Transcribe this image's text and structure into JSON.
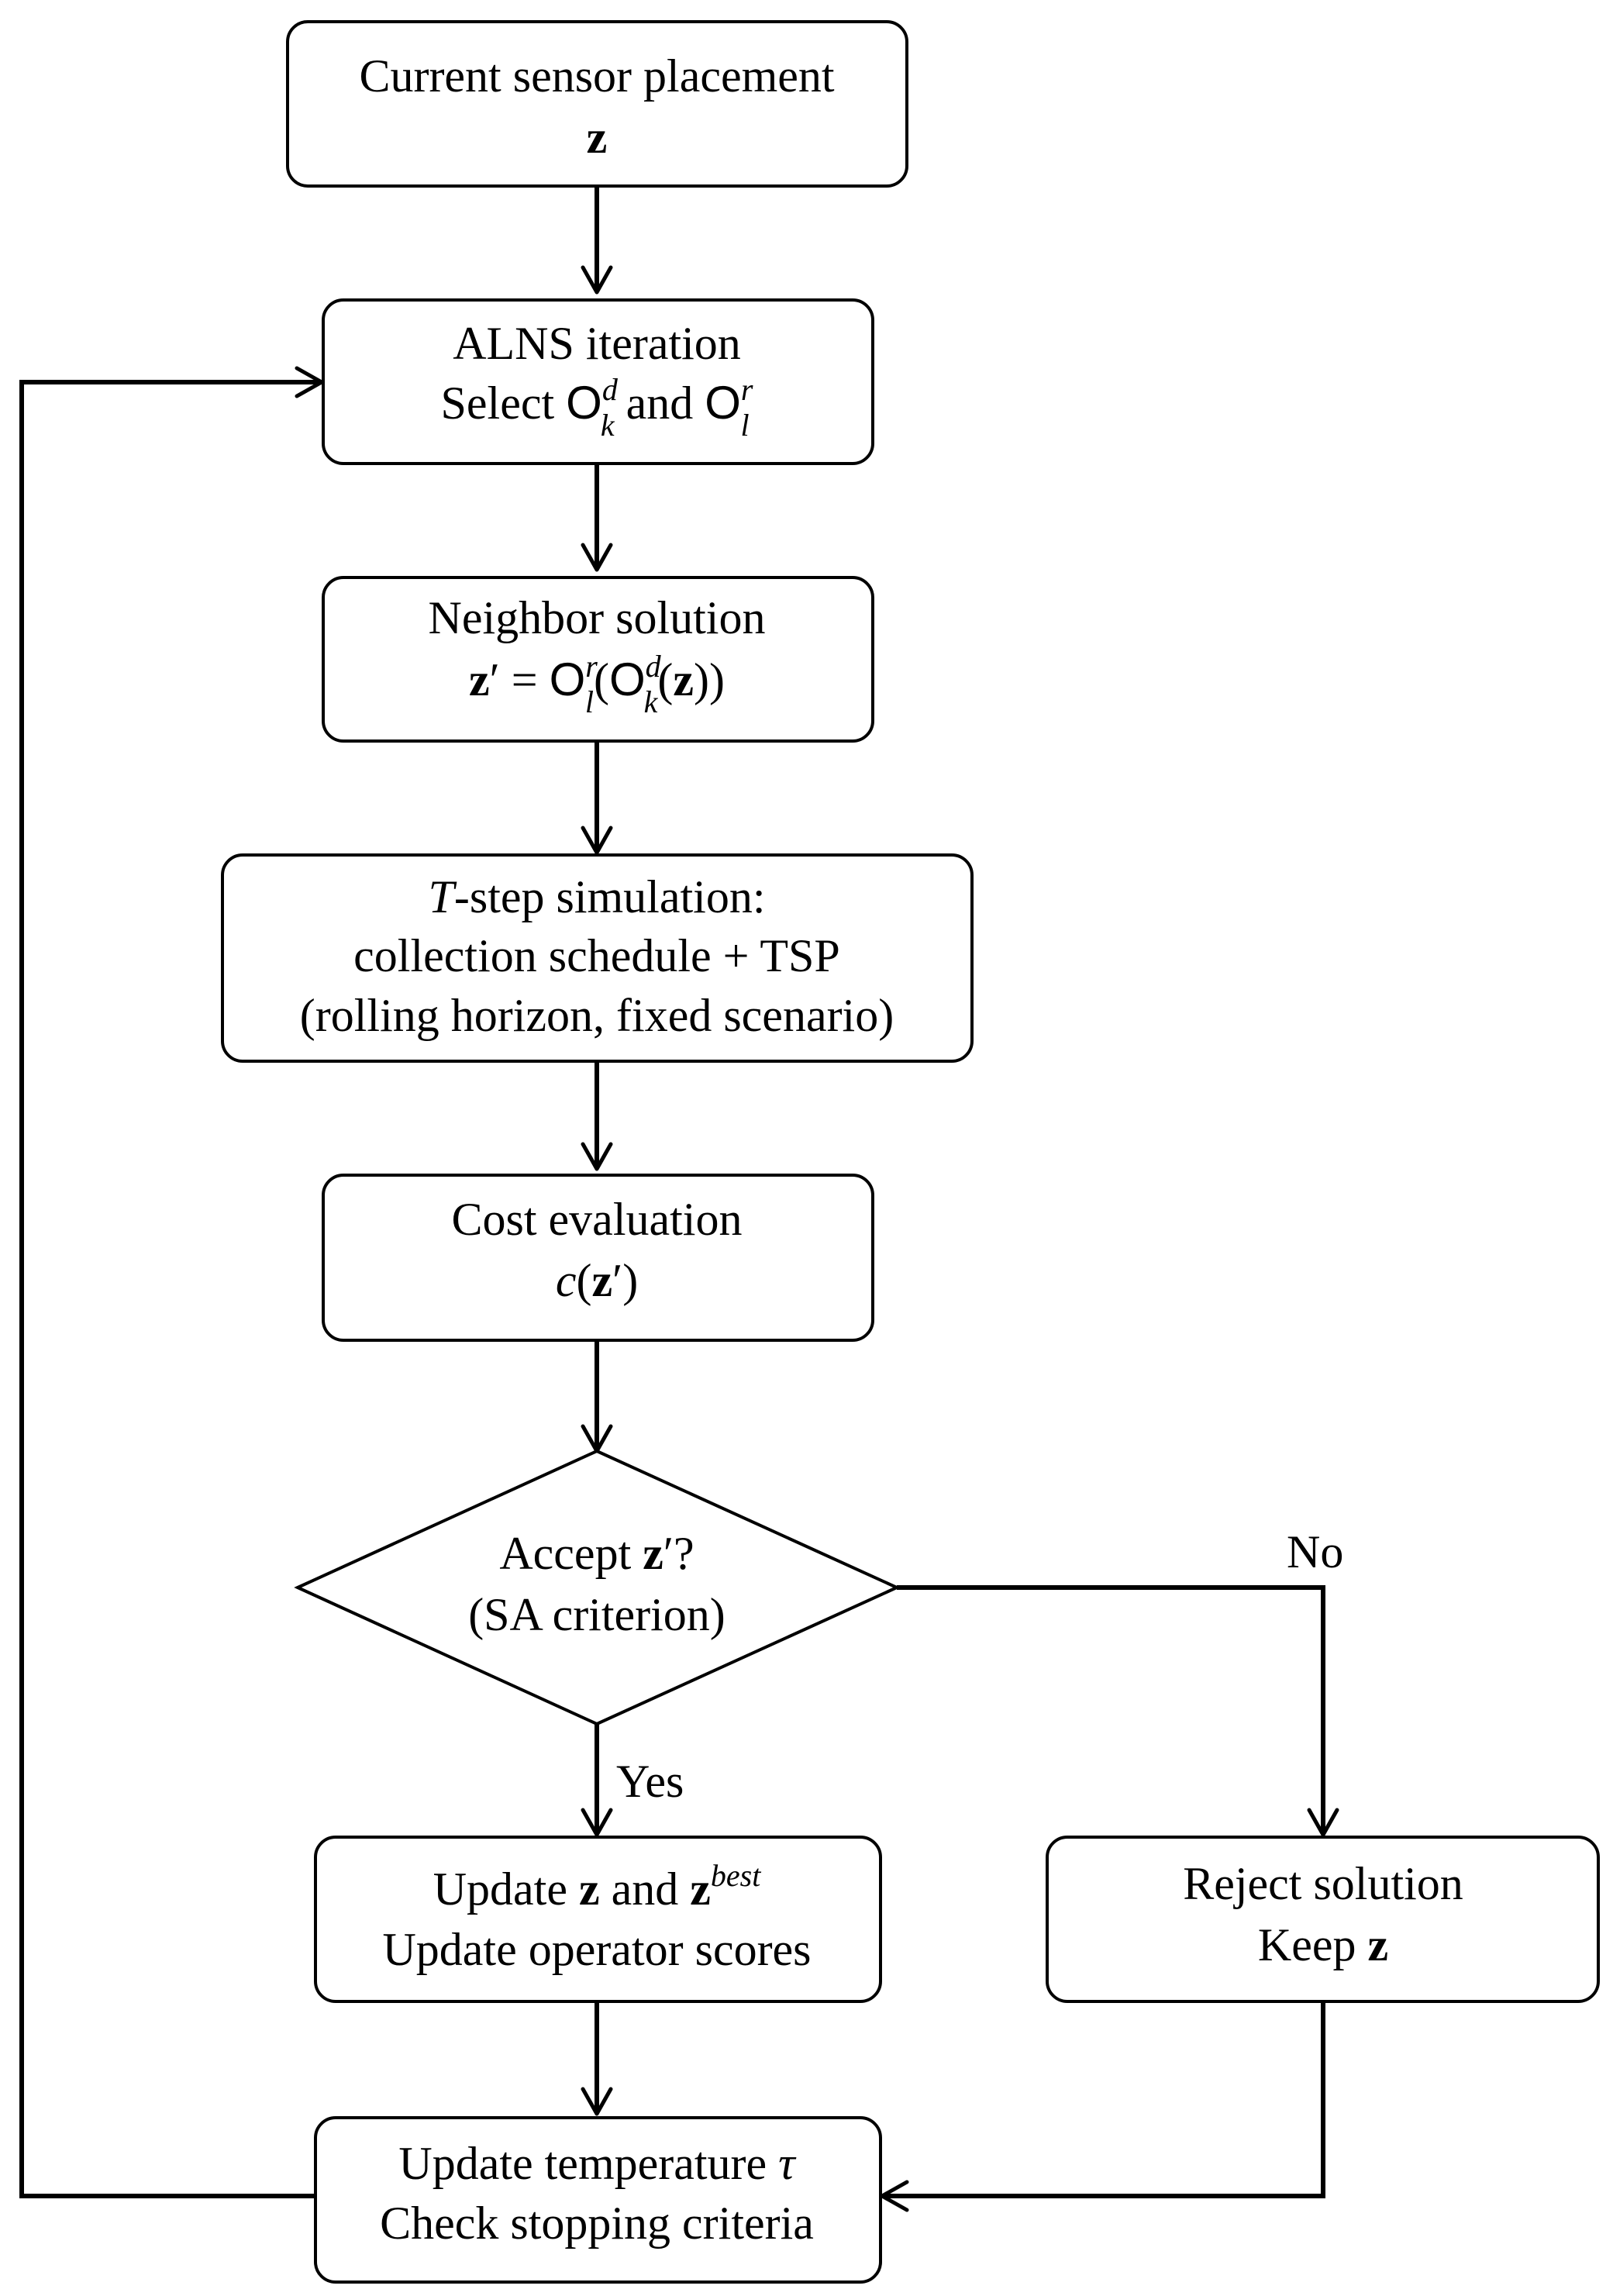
{
  "nodes": {
    "current_placement": {
      "line1": "Current sensor placement",
      "z": "z"
    },
    "alns_iteration": {
      "line1": "ALNS iteration",
      "select": "Select",
      "o": "O",
      "d_sup": "d",
      "k_sub": "k",
      "and": "and",
      "r_sup": "r",
      "l_sub": "l"
    },
    "neighbor_solution": {
      "line1": "Neighbor solution",
      "z": "z",
      "prime": "′",
      "equals": "=",
      "o": "O",
      "r_sup": "r",
      "l_sub": "l",
      "d_sup": "d",
      "k_sub": "k",
      "open": "(",
      "close": ")"
    },
    "simulation": {
      "t": "T",
      "line1_rest": "-step simulation:",
      "line2": "collection schedule + TSP",
      "line3": "(rolling horizon, fixed scenario)"
    },
    "cost_evaluation": {
      "line1": "Cost evaluation",
      "c": "c",
      "open": "(",
      "z": "z",
      "prime": "′",
      "close": ")"
    },
    "accept_decision": {
      "accept": "Accept",
      "z": "z",
      "prime": "′",
      "q": "?",
      "line2": "(SA criterion)"
    },
    "update_solution": {
      "update": "Update",
      "z": "z",
      "and": "and",
      "z2": "z",
      "best_sup": "best",
      "line2": "Update operator scores"
    },
    "reject_solution": {
      "line1": "Reject solution",
      "keep": "Keep",
      "z": "z"
    },
    "update_temperature": {
      "line1_text": "Update temperature",
      "tau": "τ",
      "line2": "Check stopping criteria"
    }
  },
  "edge_labels": {
    "yes": "Yes",
    "no": "No"
  }
}
